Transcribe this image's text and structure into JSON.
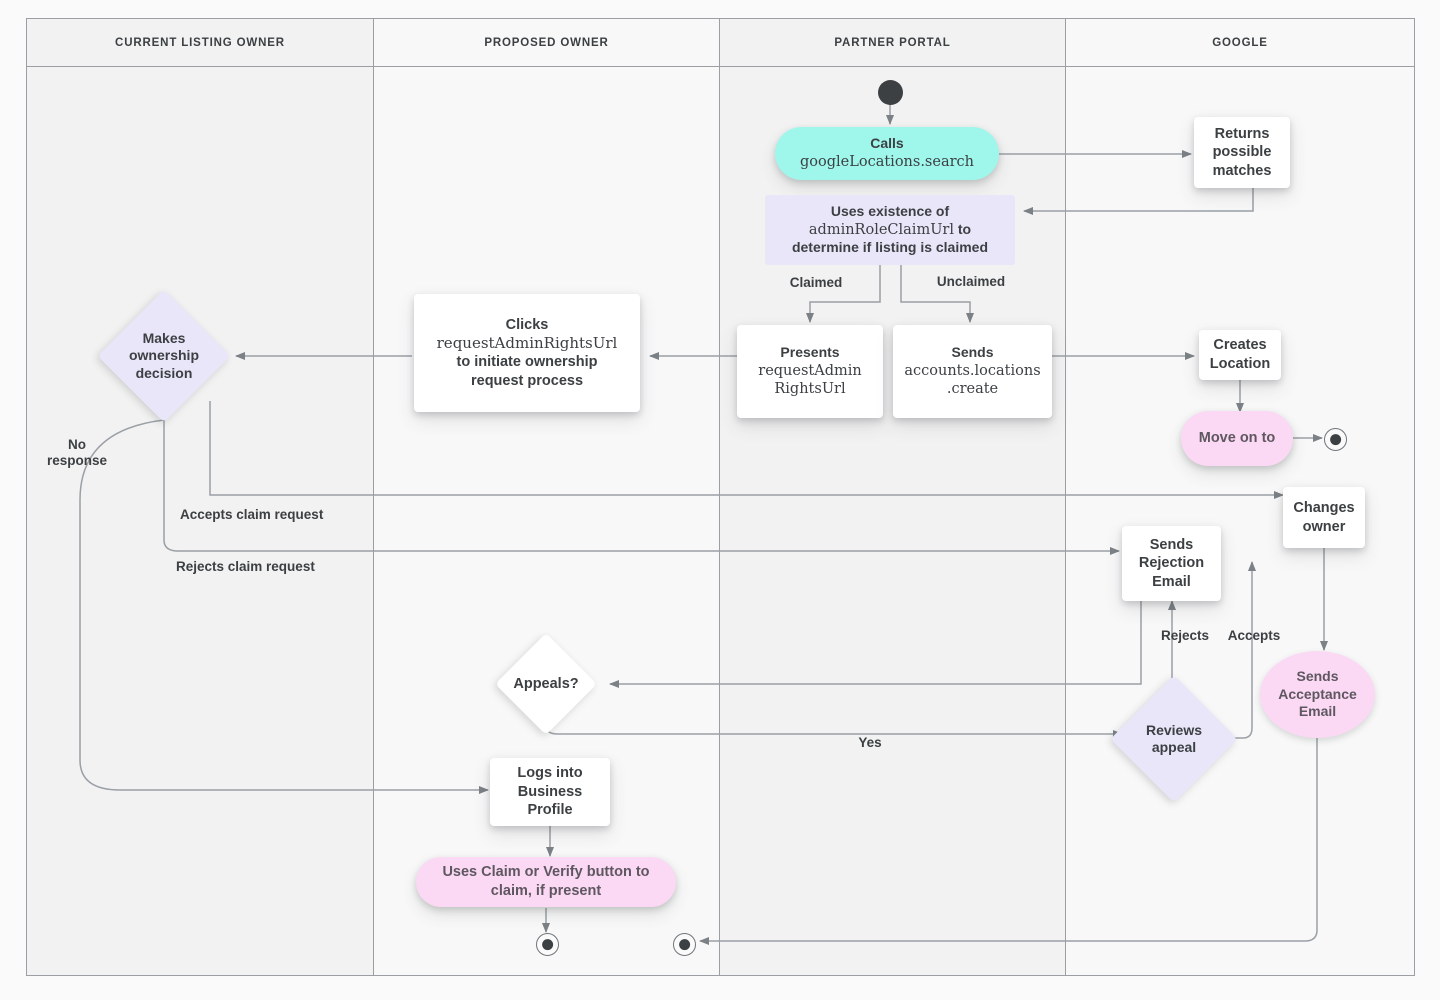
{
  "diagram": {
    "type": "swimlane-flowchart",
    "title": "Business Profile listing ownership transfer flow"
  },
  "lanes": [
    {
      "id": "current-listing-owner",
      "label": "CURRENT LISTING OWNER"
    },
    {
      "id": "proposed-owner",
      "label": "PROPOSED OWNER"
    },
    {
      "id": "partner-portal",
      "label": "PARTNER PORTAL"
    },
    {
      "id": "google",
      "label": "GOOGLE"
    }
  ],
  "nodes": {
    "start": {
      "kind": "start-terminator",
      "lane": "partner-portal"
    },
    "calls_search": {
      "kind": "action-rounded",
      "lane": "partner-portal",
      "color": "#9ff7ec",
      "line1": "Calls",
      "line2": "googleLocations.search"
    },
    "returns_matches": {
      "kind": "action-rect",
      "lane": "google",
      "color": "#ffffff",
      "text": "Returns\npossible\nmatches"
    },
    "uses_existence": {
      "kind": "note-rect",
      "lane": "partner-portal",
      "color": "#eae6fa",
      "line1": "Uses existence of",
      "line2_code": "adminRoleClaimUrl",
      "line2_tail": " to",
      "line3": "determine if listing is claimed"
    },
    "presents_url": {
      "kind": "action-rect",
      "lane": "partner-portal",
      "color": "#ffffff",
      "line1": "Presents",
      "line2": "requestAdmin",
      "line3": "RightsUrl"
    },
    "sends_create": {
      "kind": "action-rect",
      "lane": "partner-portal",
      "color": "#ffffff",
      "line1": "Sends",
      "line2": "accounts.locations",
      "line3": ".create"
    },
    "creates_location": {
      "kind": "action-rect",
      "lane": "google",
      "color": "#ffffff",
      "text": "Creates\nLocation"
    },
    "move_on_to": {
      "kind": "action-rounded",
      "lane": "google",
      "color": "#fbd9f4",
      "text": "Move on to"
    },
    "end_google": {
      "kind": "end-terminator",
      "lane": "google"
    },
    "clicks_request": {
      "kind": "action-rect",
      "lane": "proposed-owner",
      "color": "#ffffff",
      "line1": "Clicks",
      "line2": "requestAdminRightsUrl",
      "line3": "to initiate ownership",
      "line4": "request process"
    },
    "makes_decision": {
      "kind": "decision",
      "lane": "current-listing-owner",
      "color": "#eae6fa",
      "text": "Makes\nownership\ndecision"
    },
    "changes_owner": {
      "kind": "action-rect",
      "lane": "google",
      "color": "#ffffff",
      "text": "Changes\nowner"
    },
    "sends_rejection": {
      "kind": "action-rect",
      "lane": "partner-portal",
      "color": "#ffffff",
      "text": "Sends\nRejection\nEmail"
    },
    "sends_acceptance": {
      "kind": "action-ellipse",
      "lane": "google",
      "color": "#fbd9f4",
      "text": "Sends\nAcceptance\nEmail"
    },
    "appeals": {
      "kind": "decision",
      "lane": "proposed-owner",
      "color": "#ffffff",
      "text": "Appeals?"
    },
    "reviews_appeal": {
      "kind": "decision",
      "lane": "partner-portal",
      "color": "#eae6fa",
      "text": "Reviews\nappeal"
    },
    "logs_into": {
      "kind": "action-rect",
      "lane": "proposed-owner",
      "color": "#ffffff",
      "text": "Logs into\nBusiness\nProfile"
    },
    "uses_claim_verify": {
      "kind": "action-rounded",
      "lane": "proposed-owner",
      "color": "#fbd9f4",
      "text": "Uses Claim or Verify button to\nclaim, if present"
    },
    "end_proposed": {
      "kind": "end-terminator",
      "lane": "proposed-owner"
    },
    "end_portal": {
      "kind": "end-terminator",
      "lane": "partner-portal"
    }
  },
  "edge_labels": [
    {
      "id": "claimed",
      "text": "Claimed"
    },
    {
      "id": "unclaimed",
      "text": "Unclaimed"
    },
    {
      "id": "no-response",
      "text": "No\nresponse"
    },
    {
      "id": "accepts-claim-request",
      "text": "Accepts claim request"
    },
    {
      "id": "rejects-claim-request",
      "text": "Rejects claim request"
    },
    {
      "id": "rejects",
      "text": "Rejects"
    },
    {
      "id": "accepts",
      "text": "Accepts"
    },
    {
      "id": "yes",
      "text": "Yes"
    }
  ],
  "colors": {
    "cyan": "#9ff7ec",
    "pink": "#fbd9f4",
    "lavender": "#eae6fa",
    "white": "#ffffff",
    "edge": "#9aa0a6",
    "text": "#3c4043",
    "lane_border": "#9b9ea3",
    "lane_a": "#f2f2f2",
    "lane_b": "#f8f8f8",
    "page_bg": "#fafafa"
  }
}
